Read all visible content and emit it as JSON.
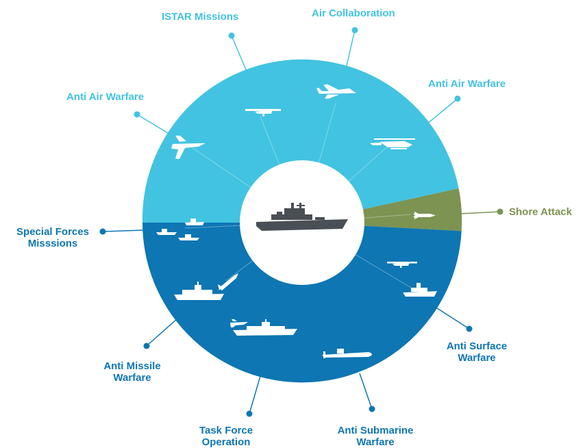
{
  "colors": {
    "air": "#42c3e1",
    "sea": "#0d76b3",
    "shore": "#7c9352",
    "hub": "#ffffff",
    "ship_icon": "#4a4f55",
    "asset_icon": "#ffffff"
  },
  "center": {
    "icon": "aircraft-carrier-icon"
  },
  "labels": {
    "istar": {
      "text": "ISTAR Missions"
    },
    "air_collab": {
      "text": "Air Collaboration"
    },
    "aaw_left": {
      "text": "Anti Air Warfare"
    },
    "aaw_right": {
      "text": "Anti Air Warfare"
    },
    "shore": {
      "text": "Shore Attack"
    },
    "special": {
      "line1": "Special Forces",
      "line2": "Misssions"
    },
    "asuw": {
      "line1": "Anti Surface",
      "line2": "Warfare"
    },
    "amw": {
      "line1": "Anti Missile",
      "line2": "Warfare"
    },
    "task": {
      "line1": "Task Force",
      "line2": "Operation"
    },
    "asw": {
      "line1": "Anti Submarine",
      "line2": "Warfare"
    }
  },
  "icons": [
    "fighter-jet-icon",
    "recon-drone-icon",
    "fighter-jet-icon",
    "helicopter-icon",
    "missile-icon",
    "small-boat-icon",
    "frigate-icon",
    "missile-icon",
    "destroyer-icon",
    "fighter-jet-icon",
    "carrier-icon",
    "submarine-icon",
    "recon-drone-icon",
    "patrol-ship-icon"
  ]
}
